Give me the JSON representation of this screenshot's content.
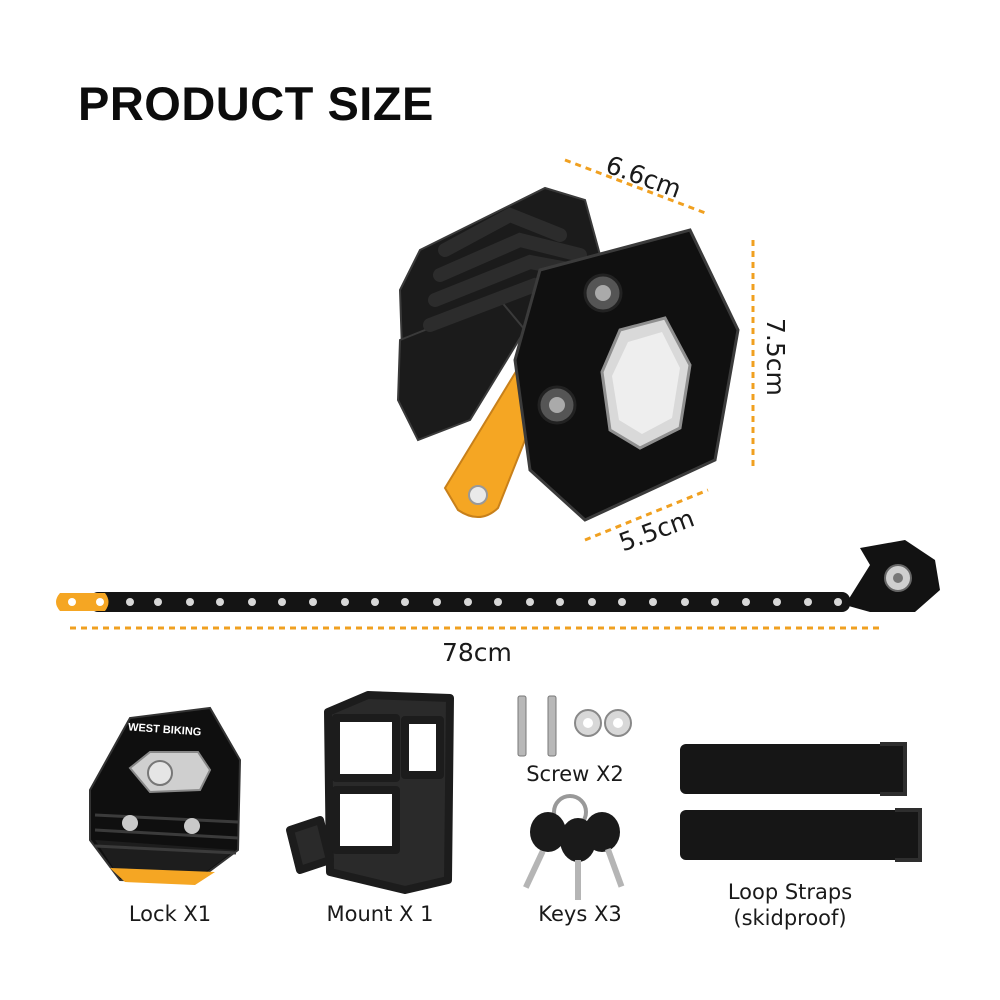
{
  "title": "PRODUCT SIZE",
  "dimensions": {
    "width": "6.6cm",
    "height": "7.5cm",
    "depth": "5.5cm",
    "length": "78cm"
  },
  "brand_mark": "WEST BIKING",
  "accessories": [
    {
      "label": "Lock X1"
    },
    {
      "label": "Mount X 1"
    },
    {
      "label": "Screw X2"
    },
    {
      "label": "Keys X3"
    },
    {
      "label_line1": "Loop Straps",
      "label_line2": "(skidproof)"
    }
  ],
  "colors": {
    "accent": "#f5a623",
    "lock_body": "#151515",
    "dim_line": "#f0a020"
  }
}
